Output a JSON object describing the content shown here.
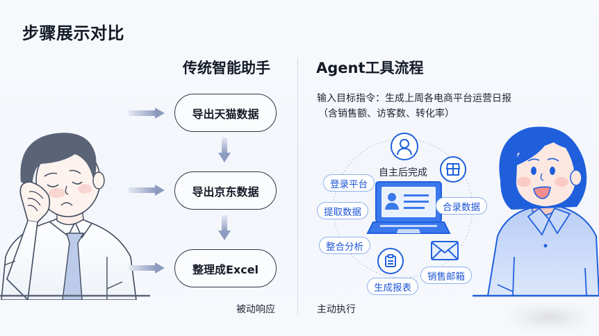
{
  "page": {
    "title": "步骤展示对比"
  },
  "left": {
    "title": "传统智能助手",
    "steps": [
      {
        "label": "导出天猫数据"
      },
      {
        "label": "导出京东数据"
      },
      {
        "label": "整理成Excel"
      }
    ],
    "caption": "被动响应",
    "illustration": "tired-office-worker-illustration"
  },
  "right": {
    "title": "Agent工具流程",
    "instruction": {
      "line1": "输入目标指令：生成上周各电商平台运营日报",
      "line2": "（含销售额、访客数、转化率）"
    },
    "center_label": "自主后完成",
    "tags": [
      {
        "label": "登录平台"
      },
      {
        "label": "提取数据"
      },
      {
        "label": "整合分析"
      },
      {
        "label": "生成报表"
      },
      {
        "label": "销售邮箱"
      },
      {
        "label": "合录数据"
      }
    ],
    "icons": [
      "user-icon",
      "store-icon",
      "mail-icon",
      "clipboard-icon",
      "laptop-icon"
    ],
    "caption": "主动执行",
    "illustration": "happy-woman-illustration"
  },
  "colors": {
    "accent_blue": "#1f5fdc",
    "tag_border": "#8fb0ec",
    "dark_text": "#141a26",
    "muted_line": "#d5dbe6",
    "arrow_gray_blue": "#8e9bc0"
  }
}
